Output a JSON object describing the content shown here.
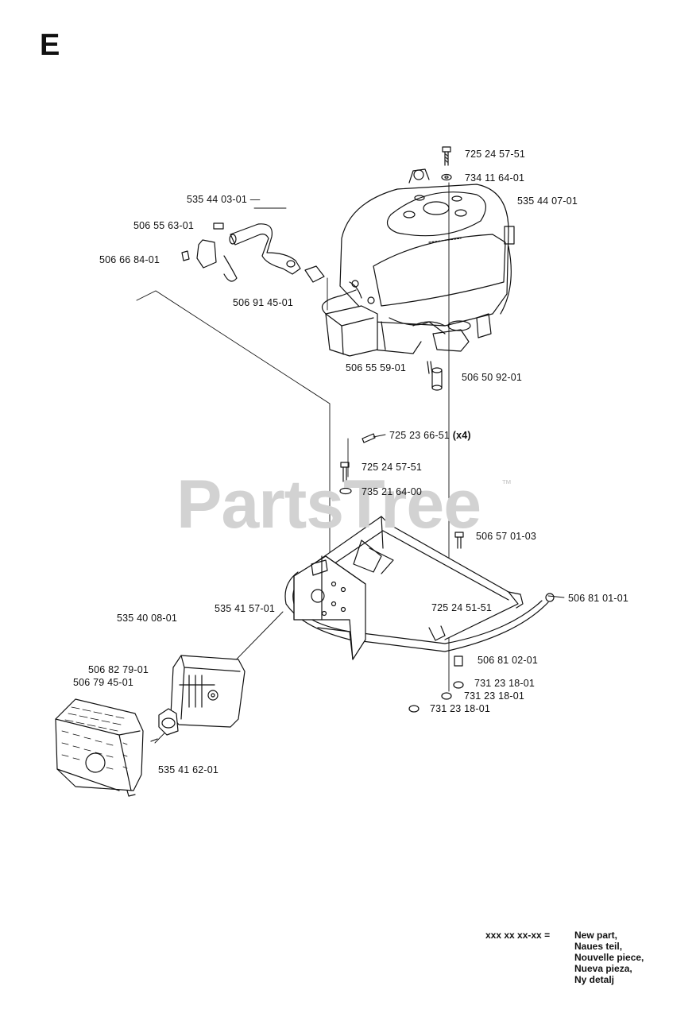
{
  "section_letter": "E",
  "watermark": "PartsTree",
  "watermark_tm": "™",
  "parts": [
    {
      "id": "725-24-57-51-top",
      "text": "725 24 57-51"
    },
    {
      "id": "734-11-64-01",
      "text": "734 11 64-01"
    },
    {
      "id": "535-44-03-01",
      "text": "535 44 03-01"
    },
    {
      "id": "535-44-07-01",
      "text": "535 44 07-01"
    },
    {
      "id": "506-55-63-01",
      "text": "506 55 63-01"
    },
    {
      "id": "506-66-84-01",
      "text": "506 66 84-01"
    },
    {
      "id": "506-91-45-01",
      "text": "506 91 45-01"
    },
    {
      "id": "506-55-59-01",
      "text": "506 55 59-01"
    },
    {
      "id": "506-50-92-01",
      "text": "506 50 92-01"
    },
    {
      "id": "725-23-66-51",
      "text": "725 23 66-51",
      "suffix": " (x4)"
    },
    {
      "id": "725-24-57-51-mid",
      "text": "725 24 57-51"
    },
    {
      "id": "735-21-64-00",
      "text": "735 21 64-00"
    },
    {
      "id": "506-57-01-03",
      "text": "506 57 01-03"
    },
    {
      "id": "535-41-57-01",
      "text": "535 41 57-01"
    },
    {
      "id": "506-81-01-01",
      "text": "506 81 01-01"
    },
    {
      "id": "535-40-08-01",
      "text": "535 40 08-01"
    },
    {
      "id": "725-24-51-51",
      "text": "725 24 51-51"
    },
    {
      "id": "506-81-02-01",
      "text": "506 81 02-01"
    },
    {
      "id": "506-82-79-01",
      "text": "506 82 79-01"
    },
    {
      "id": "506-79-45-01",
      "text": "506 79 45-01"
    },
    {
      "id": "731-23-18-01-a",
      "text": "731 23 18-01"
    },
    {
      "id": "731-23-18-01-b",
      "text": "731 23 18-01"
    },
    {
      "id": "731-23-18-01-c",
      "text": "731 23 18-01"
    },
    {
      "id": "535-41-62-01",
      "text": "535 41 62-01"
    }
  ],
  "legend": {
    "code": "xxx xx xx-xx  =",
    "lines": [
      "New part,",
      "Naues teil,",
      "Nouvelle piece,",
      "Nueva pieza,",
      "Ny detalj"
    ]
  }
}
